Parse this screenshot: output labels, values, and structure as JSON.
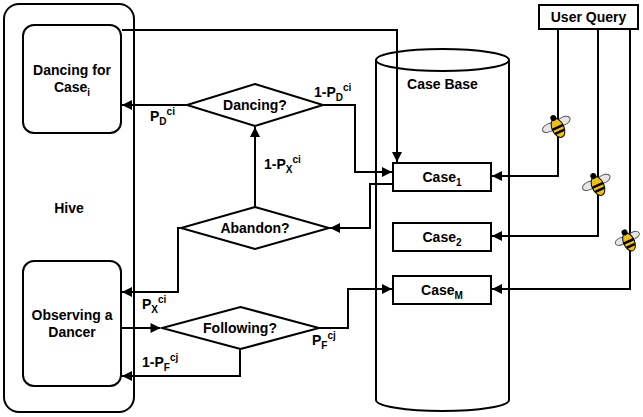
{
  "diagram": {
    "nodes": [
      {
        "text": [
          "Hive"
        ]
      },
      {
        "text": [
          "Dancing for Casei"
        ],
        "in": 0
      },
      {
        "text": [
          "Observing a Dancer"
        ],
        "in": 0
      },
      {
        "text": [
          "Dancing?"
        ]
      },
      {
        "text": [
          "Abandon?"
        ]
      },
      {
        "text": [
          "Following?"
        ]
      },
      {
        "text": [
          "Case Base"
        ]
      },
      {
        "text": [
          "Case1"
        ],
        "in": 6
      },
      {
        "text": [
          "Case2"
        ],
        "in": 6
      },
      {
        "text": [
          "CaseM"
        ],
        "in": 6
      },
      {
        "text": [
          "User Query"
        ]
      }
    ],
    "edges": [
      {
        "from": 1,
        "to": 7,
        "arrow": "to"
      },
      {
        "from": 3,
        "to": 1,
        "label": "PDci",
        "arrow": "to"
      },
      {
        "from": 3,
        "to": 7,
        "label": "1-PDci",
        "arrow": "to"
      },
      {
        "from": 7,
        "to": 4,
        "arrow": "to"
      },
      {
        "from": 4,
        "to": 3,
        "label": "1-PXci",
        "arrow": "to"
      },
      {
        "from": 4,
        "to": 2,
        "label": "PXci",
        "arrow": "to"
      },
      {
        "from": 2,
        "to": 5,
        "arrow": "to"
      },
      {
        "from": 5,
        "to": 9,
        "label": "PFcj",
        "arrow": "to"
      },
      {
        "from": 5,
        "to": 2,
        "label": "1-PFcj",
        "arrow": "to"
      },
      {
        "from": 10,
        "to": 7,
        "arrow": "to"
      },
      {
        "from": 10,
        "to": 8,
        "arrow": "to"
      },
      {
        "from": 10,
        "to": 9,
        "arrow": "to"
      }
    ]
  }
}
